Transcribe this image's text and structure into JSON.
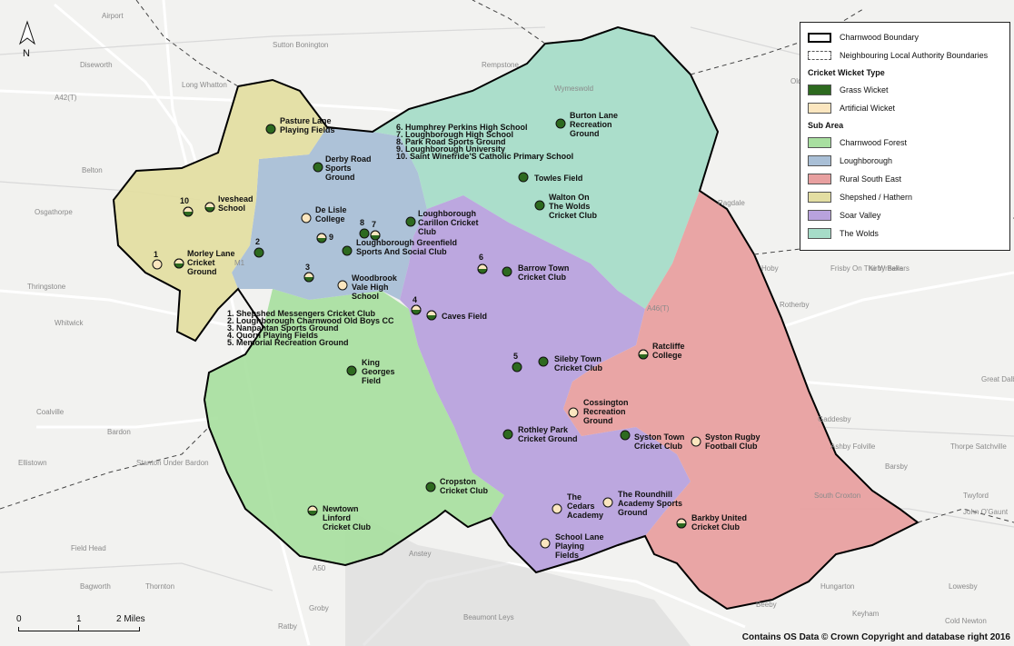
{
  "north_arrow": {
    "label": "N"
  },
  "legend": {
    "boundary_items": [
      {
        "label": "Charnwood Boundary",
        "style": "solid"
      },
      {
        "label": "Neighbouring Local Authority Boundaries",
        "style": "dashed"
      }
    ],
    "wicket_title": "Cricket Wicket Type",
    "wicket_items": [
      {
        "label": "Grass Wicket",
        "color": "#2d6a1f"
      },
      {
        "label": "Artificial Wicket",
        "color": "#fbe6bf"
      }
    ],
    "subarea_title": "Sub Area",
    "subarea_items": [
      {
        "label": "Charnwood Forest",
        "color": "#a8dfa0"
      },
      {
        "label": "Loughborough",
        "color": "#a9bfd6"
      },
      {
        "label": "Rural South East",
        "color": "#e8a0a0"
      },
      {
        "label": "Shepshed / Hathern",
        "color": "#e3dea2"
      },
      {
        "label": "Soar Valley",
        "color": "#b8a2dd"
      },
      {
        "label": "The Wolds",
        "color": "#a6dcc8"
      }
    ]
  },
  "numbered_lists": {
    "north": [
      "6. Humphrey Perkins High School",
      "7. Loughborough High School",
      "8. Park Road Sports Ground",
      "9. Loughborough University",
      "10. Saint Winefride'S Catholic Primary School"
    ],
    "south": [
      "1. Shepshed Messengers Cricket Club",
      "2. Loughborough Charnwood Old Boys CC",
      "3. Nanpantan Sports Ground",
      "4. Quorn Playing Fields",
      "5. Memorial Recreation Ground"
    ]
  },
  "sites": [
    {
      "name": "Pasture Lane Playing Fields",
      "lines": [
        "Pasture Lane",
        "Playing Fields"
      ],
      "type": "grass"
    },
    {
      "name": "Derby Road Sports Ground",
      "lines": [
        "Derby Road",
        "Sports",
        "Ground"
      ],
      "type": "grass"
    },
    {
      "name": "Iveshead School",
      "lines": [
        "Iveshead",
        "School"
      ],
      "type": "half"
    },
    {
      "name": "De Lisle College",
      "lines": [
        "De Lisle",
        "College"
      ],
      "type": "artificial"
    },
    {
      "name": "Morley Lane Cricket Ground",
      "lines": [
        "Morley Lane",
        "Cricket",
        "Ground"
      ],
      "type": "half"
    },
    {
      "name": "Loughborough Carillon Cricket Club",
      "lines": [
        "Loughborough",
        "Carillon Cricket",
        "Club"
      ],
      "type": "grass"
    },
    {
      "name": "Loughborough Greenfield Sports And Social Club",
      "lines": [
        "Loughborough Greenfield",
        "Sports And Social Club"
      ],
      "type": "grass"
    },
    {
      "name": "Woodbrook Vale High School",
      "lines": [
        "Woodbrook",
        "Vale High",
        "School"
      ],
      "type": "artificial"
    },
    {
      "name": "Burton Lane Recreation Ground",
      "lines": [
        "Burton Lane",
        "Recreation",
        "Ground"
      ],
      "type": "grass"
    },
    {
      "name": "Towles Field",
      "lines": [
        "Towles Field"
      ],
      "type": "grass"
    },
    {
      "name": "Walton On The Wolds Cricket Club",
      "lines": [
        "Walton On",
        "The Wolds",
        "Cricket Club"
      ],
      "type": "grass"
    },
    {
      "name": "Barrow Town Cricket Club",
      "lines": [
        "Barrow Town",
        "Cricket Club"
      ],
      "type": "grass"
    },
    {
      "name": "Caves Field",
      "lines": [
        "Caves Field"
      ],
      "type": "half"
    },
    {
      "name": "King Georges Field",
      "lines": [
        "King",
        "Georges",
        "Field"
      ],
      "type": "grass"
    },
    {
      "name": "Sileby Town Cricket Club",
      "lines": [
        "Sileby Town",
        "Cricket Club"
      ],
      "type": "grass"
    },
    {
      "name": "Ratcliffe College",
      "lines": [
        "Ratcliffe",
        "College"
      ],
      "type": "half"
    },
    {
      "name": "Cossington Recreation Ground",
      "lines": [
        "Cossington",
        "Recreation",
        "Ground"
      ],
      "type": "artificial"
    },
    {
      "name": "Rothley Park Cricket Ground",
      "lines": [
        "Rothley Park",
        "Cricket Ground"
      ],
      "type": "grass"
    },
    {
      "name": "Syston Town Cricket Club",
      "lines": [
        "Syston Town",
        "Cricket Club"
      ],
      "type": "grass"
    },
    {
      "name": "Syston Rugby Football Club",
      "lines": [
        "Syston Rugby",
        "Football Club"
      ],
      "type": "artificial"
    },
    {
      "name": "Cropston Cricket Club",
      "lines": [
        "Cropston",
        "Cricket Club"
      ],
      "type": "grass"
    },
    {
      "name": "Newtown Linford Cricket Club",
      "lines": [
        "Newtown",
        "Linford",
        "Cricket Club"
      ],
      "type": "half"
    },
    {
      "name": "The Cedars Academy",
      "lines": [
        "The",
        "Cedars",
        "Academy"
      ],
      "type": "artificial"
    },
    {
      "name": "The Roundhill Academy Sports Ground",
      "lines": [
        "The Roundhill",
        "Academy Sports",
        "Ground"
      ],
      "type": "artificial"
    },
    {
      "name": "Barkby United Cricket Club",
      "lines": [
        "Barkby United",
        "Cricket Club"
      ],
      "type": "half"
    },
    {
      "name": "School Lane Playing Fields",
      "lines": [
        "School Lane",
        "Playing",
        "Fields"
      ],
      "type": "artificial"
    }
  ],
  "numbered_sites": [
    {
      "num": "1",
      "type": "artificial"
    },
    {
      "num": "2",
      "type": "grass"
    },
    {
      "num": "3",
      "type": "half"
    },
    {
      "num": "4",
      "type": "half"
    },
    {
      "num": "5",
      "type": "grass"
    },
    {
      "num": "6",
      "type": "half"
    },
    {
      "num": "7",
      "type": "half"
    },
    {
      "num": "8",
      "type": "grass"
    },
    {
      "num": "9",
      "type": "half"
    },
    {
      "num": "10",
      "type": "half"
    }
  ],
  "background_places": [
    "Airport",
    "Sutton Bonington",
    "Diseworth",
    "Long Whatton",
    "A42(T)",
    "Rempstone",
    "Wymeswold",
    "Belton",
    "Osgathorpe",
    "Thringstone",
    "Whitwick",
    "Coalville",
    "Bardon",
    "Ellistown",
    "Stanton Under Bardon",
    "Field Head",
    "Bagworth",
    "Thornton",
    "Groby",
    "Ratby",
    "Beaumont Leys",
    "Anstey",
    "Hungarton",
    "Lowesby",
    "Cold Newton",
    "Keyham",
    "Beeby",
    "South Croxton",
    "Barsby",
    "Twyford",
    "John O'Gaunt",
    "Thorpe Satchville",
    "Ashby Folville",
    "Gaddesby",
    "Great Dalby",
    "Rotherby",
    "Frisby On The Wreake",
    "Kirby Bellars",
    "Hoby",
    "Ragdale",
    "Old Dalby",
    "A46(T)",
    "A50",
    "M1"
  ],
  "scale_bar": {
    "labels": [
      "0",
      "1",
      "2 Miles"
    ]
  },
  "copyright": "Contains OS Data © Crown Copyright and database right 2016"
}
